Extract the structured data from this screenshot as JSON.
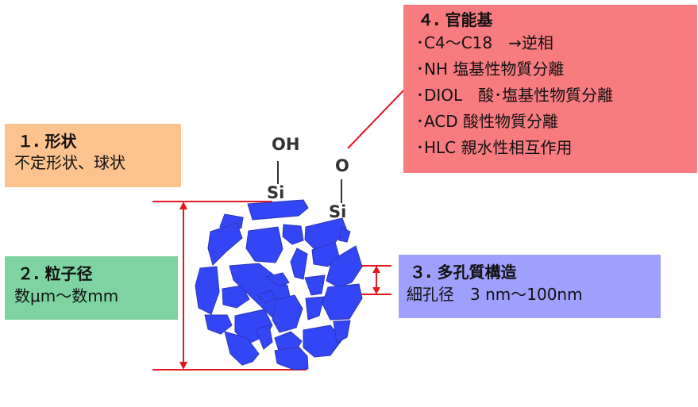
{
  "shape_box": {
    "title": "１. 形状",
    "text": "不定形状、球状"
  },
  "size_box": {
    "title": "２. 粒子径",
    "text": "数μm～数mm"
  },
  "pore_box": {
    "title": "３. 多孔質構造",
    "text": "細孔径　3 nm～100nm"
  },
  "functional_box": {
    "title": "４. 官能基",
    "items": [
      "･C4～C18　→逆相",
      "･NH 塩基性物質分離",
      "･DIOL　酸･塩基性物質分離",
      "･ACD 酸性物質分離",
      "･HLC 親水性相互作用"
    ]
  },
  "chemistry": {
    "hydroxyl": "OH",
    "oxygen": "O",
    "silicon_left": "Si",
    "silicon_right": "Si"
  },
  "colors": {
    "shape_box": "#fcc38f",
    "size_box": "#7dd4a1",
    "pore_box": "#9f9ffd",
    "functional_box": "#f77b7f",
    "fragments": "#3346f5",
    "fragment_edge": "#2c36b8",
    "pointer_lines": "#e8161e"
  }
}
